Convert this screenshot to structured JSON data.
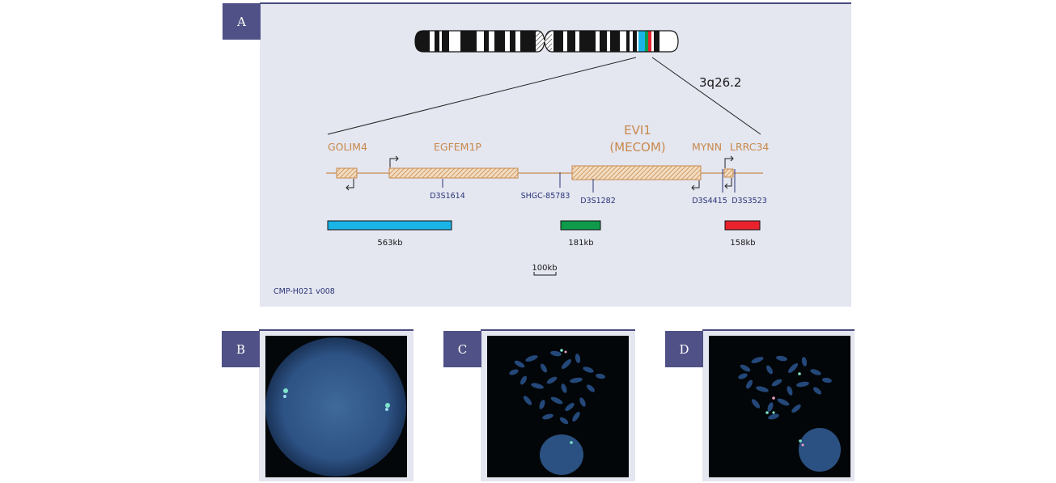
{
  "panel_labels": {
    "a": "A",
    "b": "B",
    "c": "C",
    "d": "D"
  },
  "band_label": "3q26.2",
  "genes": {
    "golim4": "GOLIM4",
    "egfem1p": "EGFEM1P",
    "evi1_line1": "EVI1",
    "evi1_line2": "(MECOM)",
    "mynn": "MYNN",
    "lrrc34": "LRRC34"
  },
  "markers": {
    "d3s1614": "D3S1614",
    "shgc": "SHGC-85783",
    "d3s1282": "D3S1282",
    "d3s4415": "D3S4415",
    "d3s3523": "D3S3523"
  },
  "probes": [
    {
      "size": "563kb",
      "color": "#1ab4e6"
    },
    {
      "size": "181kb",
      "color": "#0f9a4c"
    },
    {
      "size": "158kb",
      "color": "#e8232d"
    }
  ],
  "scale_label": "100kb",
  "product_code": "CMP-H021 v008",
  "colors": {
    "gene": "#c8894b",
    "marker": "#2a3577",
    "label_box": "#505186",
    "panel_bg": "#e4e6f0"
  }
}
